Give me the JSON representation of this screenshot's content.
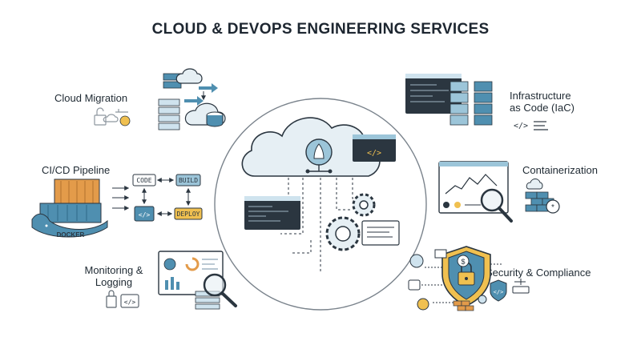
{
  "title": "CLOUD & DEVOPS ENGINEERING SERVICES",
  "services": {
    "cloud_migration": "Cloud Migration",
    "ci_cd": "CI/CD Pipeline",
    "monitoring_line1": "Monitoring &",
    "monitoring_line2": "Logging",
    "iac_line1": "Infrastructure",
    "iac_line2": "as Code (IaC)",
    "containerization": "Containerization",
    "security": "Security & Compliance"
  },
  "pipeline": {
    "code": "CODE",
    "build": "BUILD",
    "deploy": "DEPLOY",
    "docker": "DOCKER"
  },
  "code_glyph": "</>",
  "colors": {
    "accent_blue": "#4f8fb0",
    "light_blue": "#cfe3ee",
    "dark": "#2b3640",
    "orange": "#e39b4a",
    "gold": "#f0c050"
  }
}
